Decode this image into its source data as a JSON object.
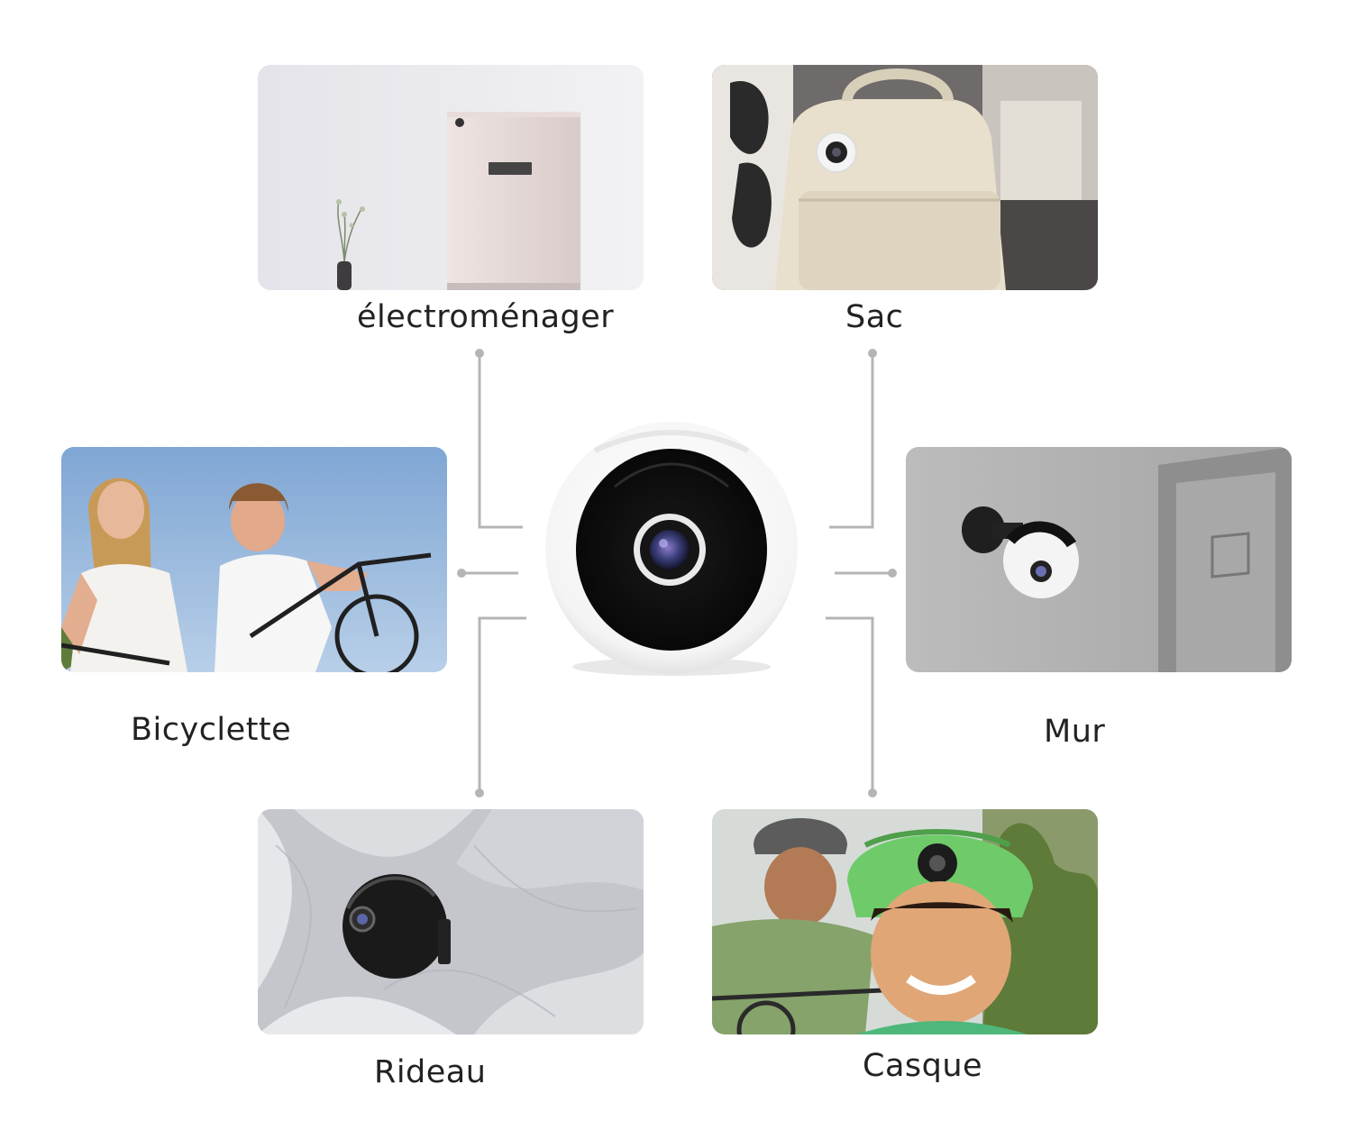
{
  "labels": {
    "appliance": "électroménager",
    "bag": "Sac",
    "bicycle": "Bicyclette",
    "wall": "Mur",
    "curtain": "Rideau",
    "helmet": "Casque"
  },
  "colors": {
    "connector": "#b5b5b5",
    "text": "#222222"
  }
}
